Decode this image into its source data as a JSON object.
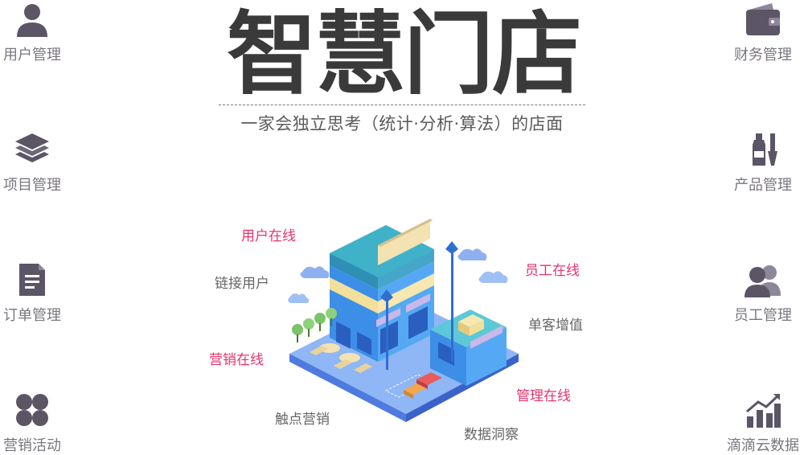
{
  "header": {
    "title": "智慧门店",
    "subtitle": "一家会独立思考（统计·分析·算法）的店面"
  },
  "left_nav": [
    {
      "label": "用户管理",
      "icon": "user-icon"
    },
    {
      "label": "项目管理",
      "icon": "layers-icon"
    },
    {
      "label": "订单管理",
      "icon": "document-icon"
    },
    {
      "label": "营销活动",
      "icon": "grid-icon"
    }
  ],
  "right_nav": [
    {
      "label": "财务管理",
      "icon": "wallet-icon"
    },
    {
      "label": "产品管理",
      "icon": "bottle-icon"
    },
    {
      "label": "员工管理",
      "icon": "users-icon"
    },
    {
      "label": "滴滴云数据",
      "icon": "bar-chart-icon"
    }
  ],
  "tags": {
    "user_online": "用户在线",
    "link_users": "链接用户",
    "marketing_online": "营销在线",
    "touchpoint_marketing": "触点营销",
    "staff_online": "员工在线",
    "order_value": "单客增值",
    "management_online": "管理在线",
    "data_insight": "数据洞察"
  },
  "colors": {
    "accent_pink": "#e8336c",
    "icon_purple": "#5b5566",
    "title": "#3a3a3a"
  }
}
